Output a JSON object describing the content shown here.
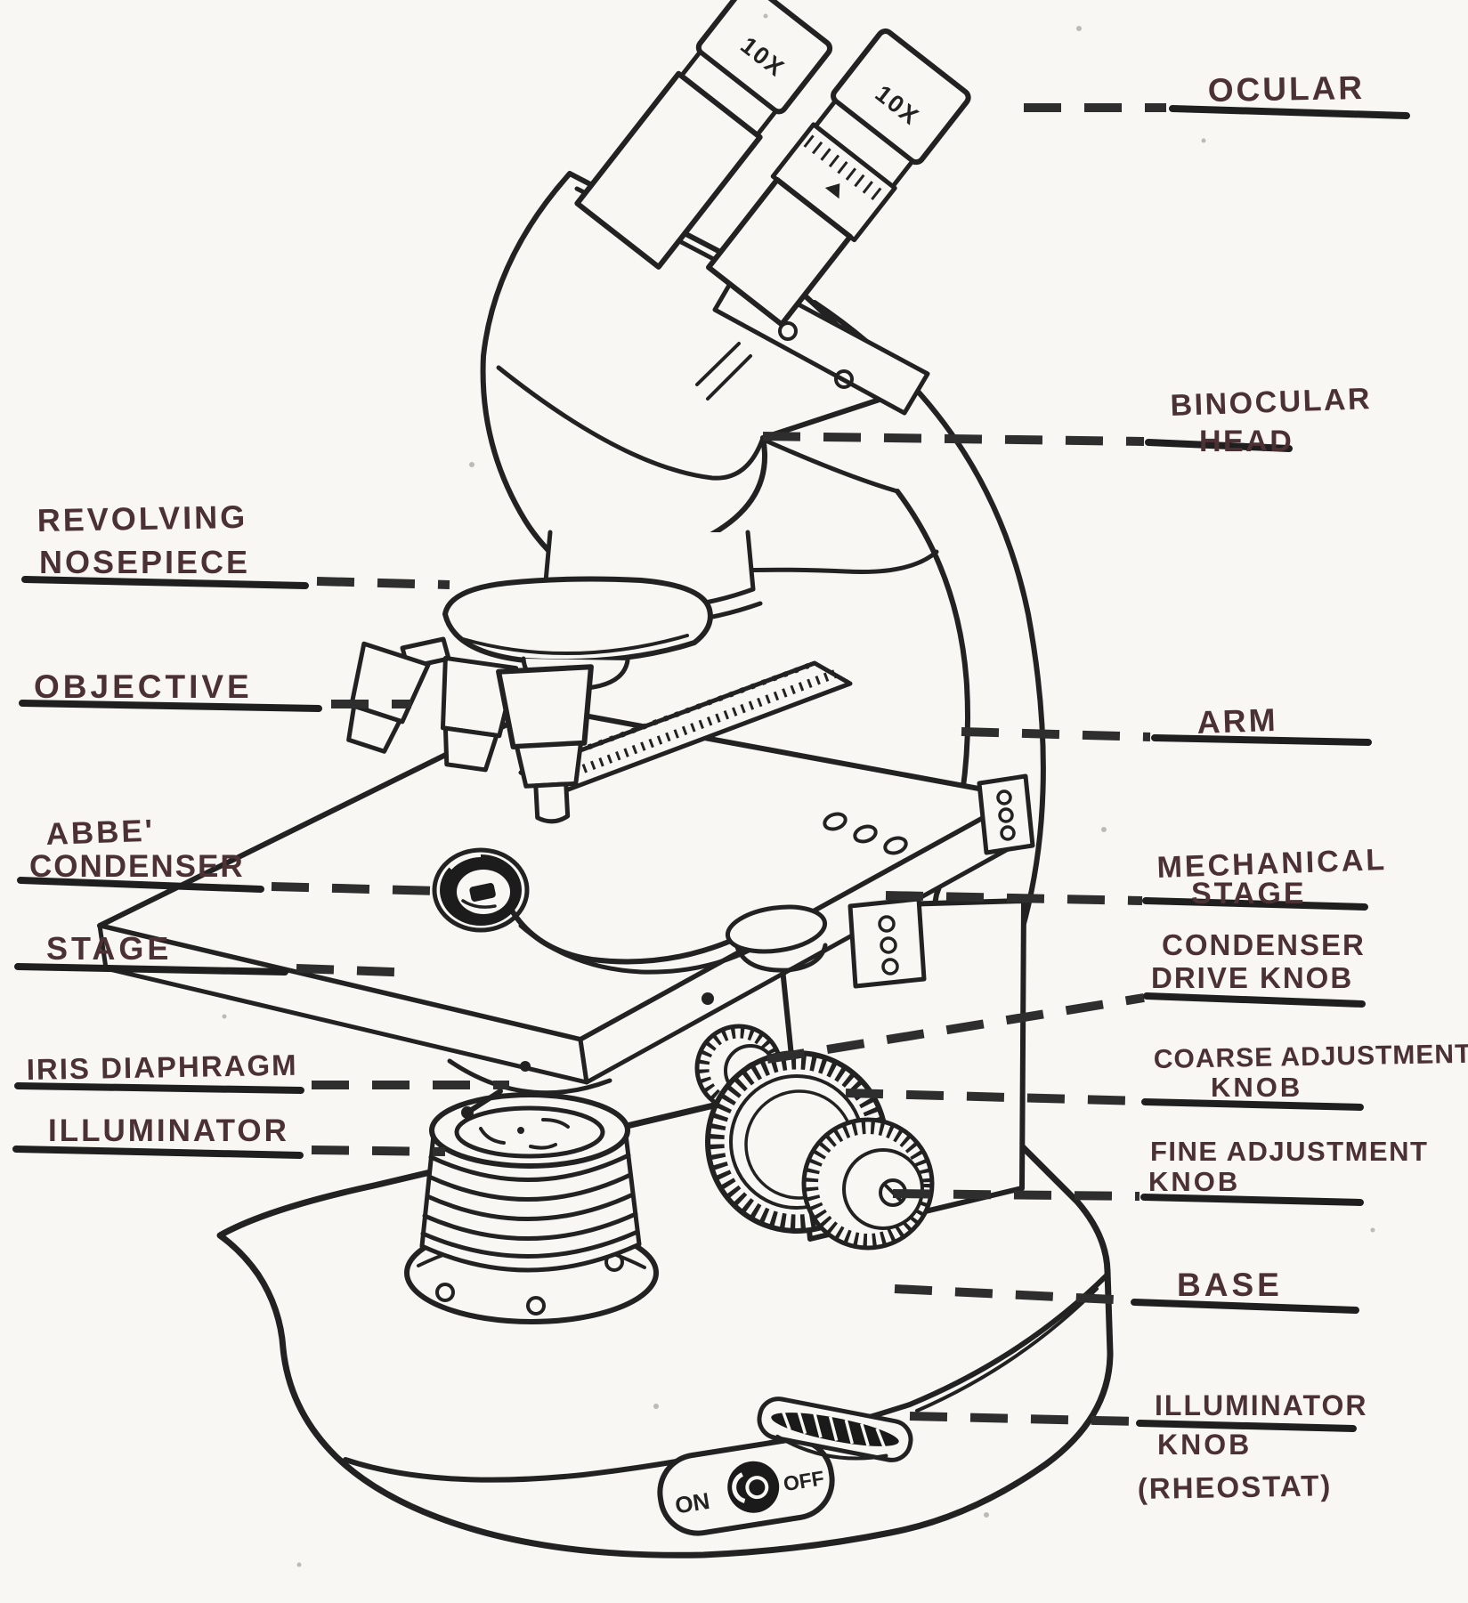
{
  "diagram": {
    "subject": "compound binocular microscope, hand-drawn labeled diagram",
    "colors": {
      "paper": "#f8f7f3",
      "ink": "#222222",
      "label_ink": "#4b3134",
      "leader": "#2e2e2e"
    }
  },
  "eyepieces": {
    "left_marking": "10X",
    "right_marking": "10X"
  },
  "power_switch": {
    "on_label": "ON",
    "off_label": "OFF"
  },
  "labels": {
    "ocular": {
      "line1": "OCULAR"
    },
    "binocular_head": {
      "line1": "BINOCULAR",
      "line2": "HEAD"
    },
    "revolving_nosepiece": {
      "line1": "REVOLVING",
      "line2": "NOSEPIECE"
    },
    "objective": {
      "line1": "OBJECTIVE"
    },
    "arm": {
      "line1": "ARM"
    },
    "abbe_condenser": {
      "line1": "ABBE'",
      "line2": "CONDENSER"
    },
    "mechanical_stage": {
      "line1": "MECHANICAL",
      "line2": "STAGE"
    },
    "stage": {
      "line1": "STAGE"
    },
    "condenser_drive_knob": {
      "line1": "CONDENSER",
      "line2": "DRIVE KNOB"
    },
    "iris_diaphragm": {
      "line1": "IRIS DIAPHRAGM"
    },
    "coarse_adjustment_knob": {
      "line1": "COARSE ADJUSTMENT",
      "line2": "KNOB"
    },
    "illuminator": {
      "line1": "ILLUMINATOR"
    },
    "fine_adjustment_knob": {
      "line1": "FINE ADJUSTMENT",
      "line2": "KNOB"
    },
    "base": {
      "line1": "BASE"
    },
    "illuminator_knob": {
      "line1": "ILLUMINATOR",
      "line2": "KNOB",
      "line3": "(RHEOSTAT)"
    }
  }
}
